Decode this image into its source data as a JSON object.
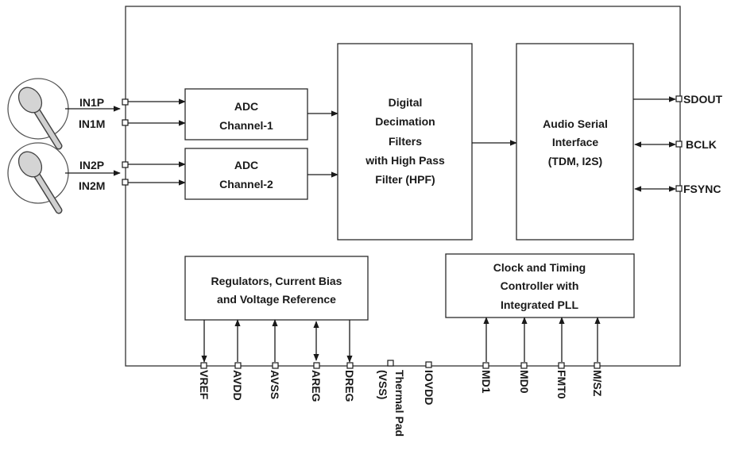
{
  "blocks": {
    "adc1": [
      "ADC",
      "Channel-1"
    ],
    "adc2": [
      "ADC",
      "Channel-2"
    ],
    "filters": [
      "Digital",
      "Decimation",
      "Filters",
      "with High Pass",
      "Filter (HPF)"
    ],
    "serial": [
      "Audio Serial",
      "Interface",
      "(TDM, I2S)"
    ],
    "regulators": [
      "Regulators, Current Bias",
      "and  Voltage Reference"
    ],
    "clock": [
      "Clock and Timing",
      "Controller with",
      "Integrated PLL"
    ]
  },
  "left_pins": [
    "IN1P",
    "IN1M",
    "IN2P",
    "IN2M"
  ],
  "right_pins": [
    "SDOUT",
    "BCLK",
    "FSYNC"
  ],
  "bottom_pins": [
    "VREF",
    "AVDD",
    "AVSS",
    "AREG",
    "DREG",
    "(VSS)",
    "Thermal Pad",
    "IOVDD",
    "MD1",
    "MD0",
    "FMT0",
    "M/SZ"
  ],
  "icons": [
    "microphone-icon",
    "microphone-icon"
  ]
}
